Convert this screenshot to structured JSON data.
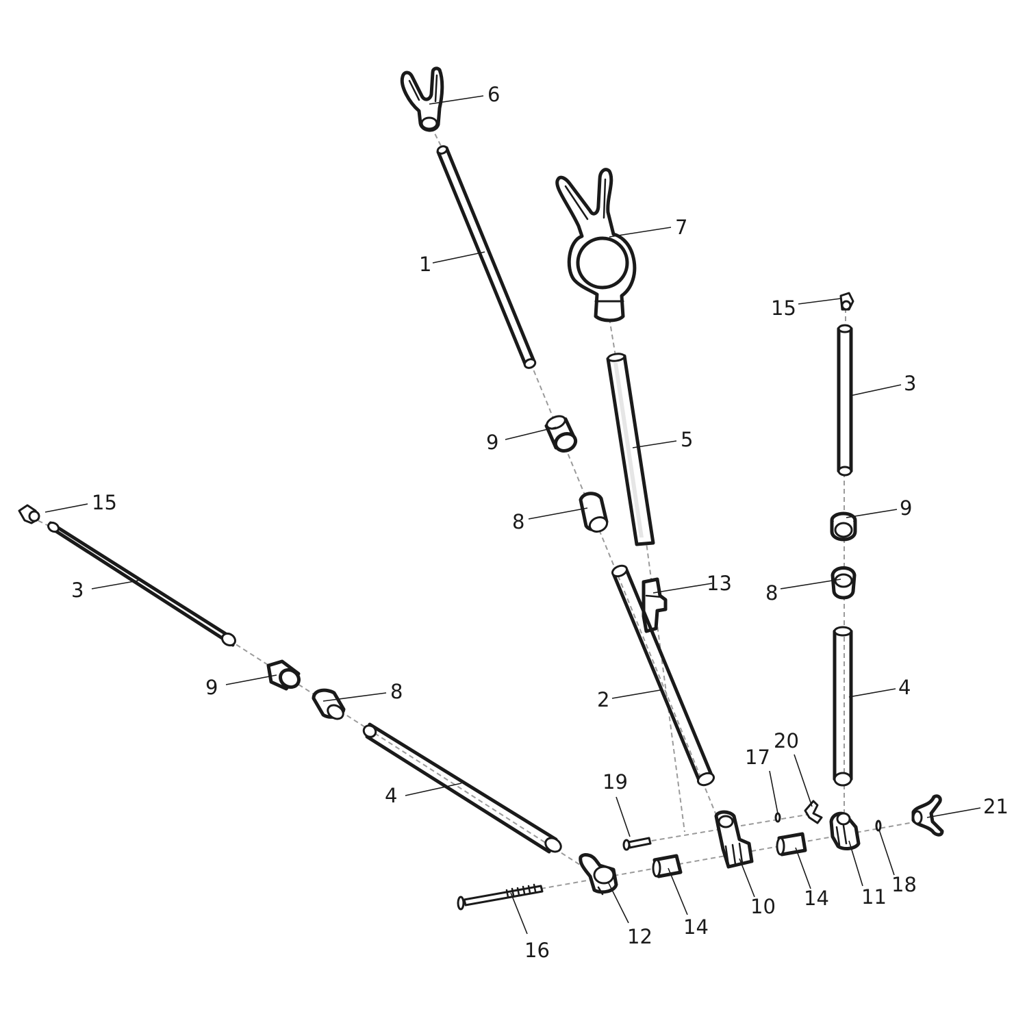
{
  "diagram": {
    "kind": "exploded parts diagram",
    "callouts": [
      {
        "id": "c6",
        "text": "6"
      },
      {
        "id": "c1",
        "text": "1"
      },
      {
        "id": "c7",
        "text": "7"
      },
      {
        "id": "c15a",
        "text": "15"
      },
      {
        "id": "c3a",
        "text": "3"
      },
      {
        "id": "c5",
        "text": "5"
      },
      {
        "id": "c9a",
        "text": "9"
      },
      {
        "id": "c15b",
        "text": "15"
      },
      {
        "id": "c8a",
        "text": "8"
      },
      {
        "id": "c9b",
        "text": "9"
      },
      {
        "id": "c13",
        "text": "13"
      },
      {
        "id": "c8b",
        "text": "8"
      },
      {
        "id": "c3b",
        "text": "3"
      },
      {
        "id": "c9c",
        "text": "9"
      },
      {
        "id": "c8c",
        "text": "8"
      },
      {
        "id": "c2",
        "text": "2"
      },
      {
        "id": "c4a",
        "text": "4"
      },
      {
        "id": "c4b",
        "text": "4"
      },
      {
        "id": "c17",
        "text": "17"
      },
      {
        "id": "c20",
        "text": "20"
      },
      {
        "id": "c19",
        "text": "19"
      },
      {
        "id": "c21",
        "text": "21"
      },
      {
        "id": "c18",
        "text": "18"
      },
      {
        "id": "c10",
        "text": "10"
      },
      {
        "id": "c14a",
        "text": "14"
      },
      {
        "id": "c11",
        "text": "11"
      },
      {
        "id": "c12",
        "text": "12"
      },
      {
        "id": "c14b",
        "text": "14"
      },
      {
        "id": "c16",
        "text": "16"
      }
    ]
  }
}
